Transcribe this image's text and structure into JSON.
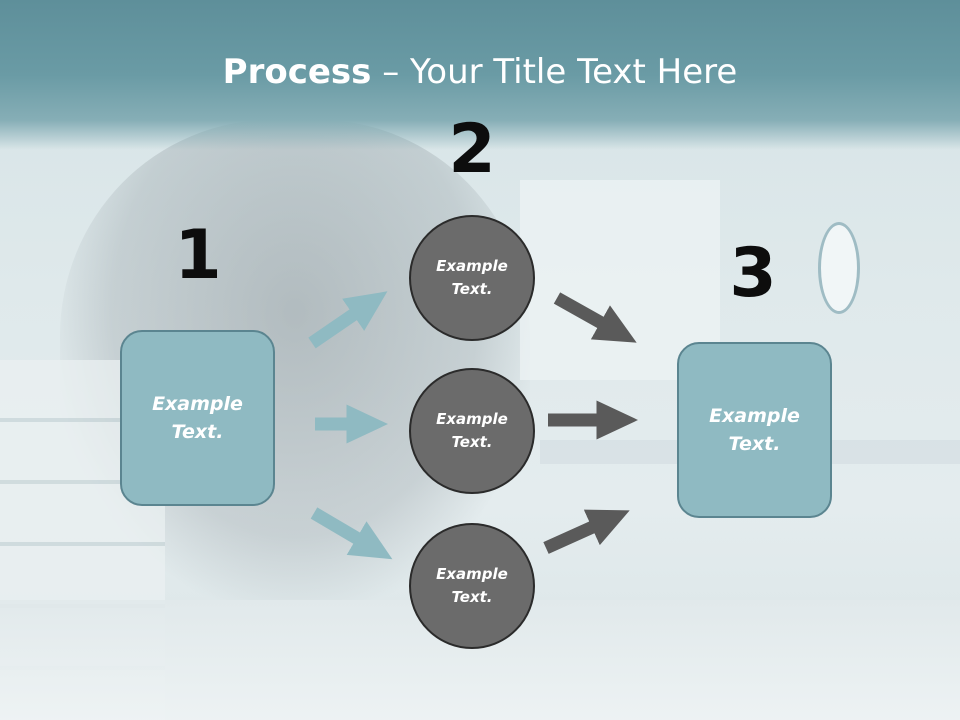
{
  "title": {
    "bold": "Process",
    "dash": " – ",
    "rest": "Your Title Text Here"
  },
  "steps": {
    "one": {
      "number": "1",
      "text": "Example Text."
    },
    "two": {
      "number": "2"
    },
    "three": {
      "number": "3",
      "text": "Example Text."
    }
  },
  "circles": [
    {
      "text": "Example Text."
    },
    {
      "text": "Example Text."
    },
    {
      "text": "Example Text."
    }
  ],
  "colors": {
    "header": "#6a9ba5",
    "box_fill": "#8fbac2",
    "box_border": "#5b8590",
    "circle_fill": "#6b6b6b",
    "circle_border": "#2b2b2b",
    "arrow_light": "#8fbac2",
    "arrow_dark": "#5a5a5a"
  }
}
